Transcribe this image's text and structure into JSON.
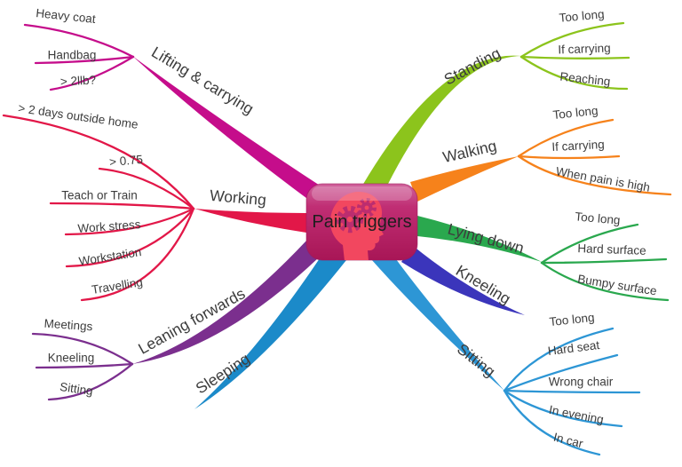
{
  "center": {
    "label": "Pain triggers",
    "color_top": "#d0639c",
    "color_mid": "#c02e74",
    "color_bottom": "#a81656",
    "head_color": "#f2475f",
    "gear_color": "#bc2d6f"
  },
  "branches": [
    {
      "label": "Lifting & carrying",
      "color": "#c50d8b",
      "children": [
        {
          "label": "Heavy coat"
        },
        {
          "label": "Handbag"
        },
        {
          "label": "> 2llb?"
        }
      ]
    },
    {
      "label": "Working",
      "color": "#e21748",
      "children": [
        {
          "label": "> 2 days outside home"
        },
        {
          "label": "> 0.75"
        },
        {
          "label": "Teach or Train"
        },
        {
          "label": "Work stress"
        },
        {
          "label": "Workstation"
        },
        {
          "label": "Travelling"
        }
      ]
    },
    {
      "label": "Leaning forwards",
      "color": "#7b2f8e",
      "children": [
        {
          "label": "Meetings"
        },
        {
          "label": "Kneeling"
        },
        {
          "label": "Sitting"
        }
      ]
    },
    {
      "label": "Sleeping",
      "color": "#1b8ac9",
      "children": []
    },
    {
      "label": "Standing",
      "color": "#8cc41c",
      "children": [
        {
          "label": "Too long"
        },
        {
          "label": "If carrying"
        },
        {
          "label": "Reaching"
        }
      ]
    },
    {
      "label": "Walking",
      "color": "#f6821b",
      "children": [
        {
          "label": "Too long"
        },
        {
          "label": "If carrying"
        },
        {
          "label": "When pain is high"
        }
      ]
    },
    {
      "label": "Lying down",
      "color": "#2aa84e",
      "children": [
        {
          "label": "Too long"
        },
        {
          "label": "Hard surface"
        },
        {
          "label": "Bumpy surface"
        }
      ]
    },
    {
      "label": "Kneeling",
      "color": "#3b35bb",
      "children": []
    },
    {
      "label": "Sitting",
      "color": "#2d96d5",
      "children": [
        {
          "label": "Too long"
        },
        {
          "label": "Hard seat"
        },
        {
          "label": "Wrong chair"
        },
        {
          "label": "In evening"
        },
        {
          "label": "In car"
        }
      ]
    }
  ]
}
